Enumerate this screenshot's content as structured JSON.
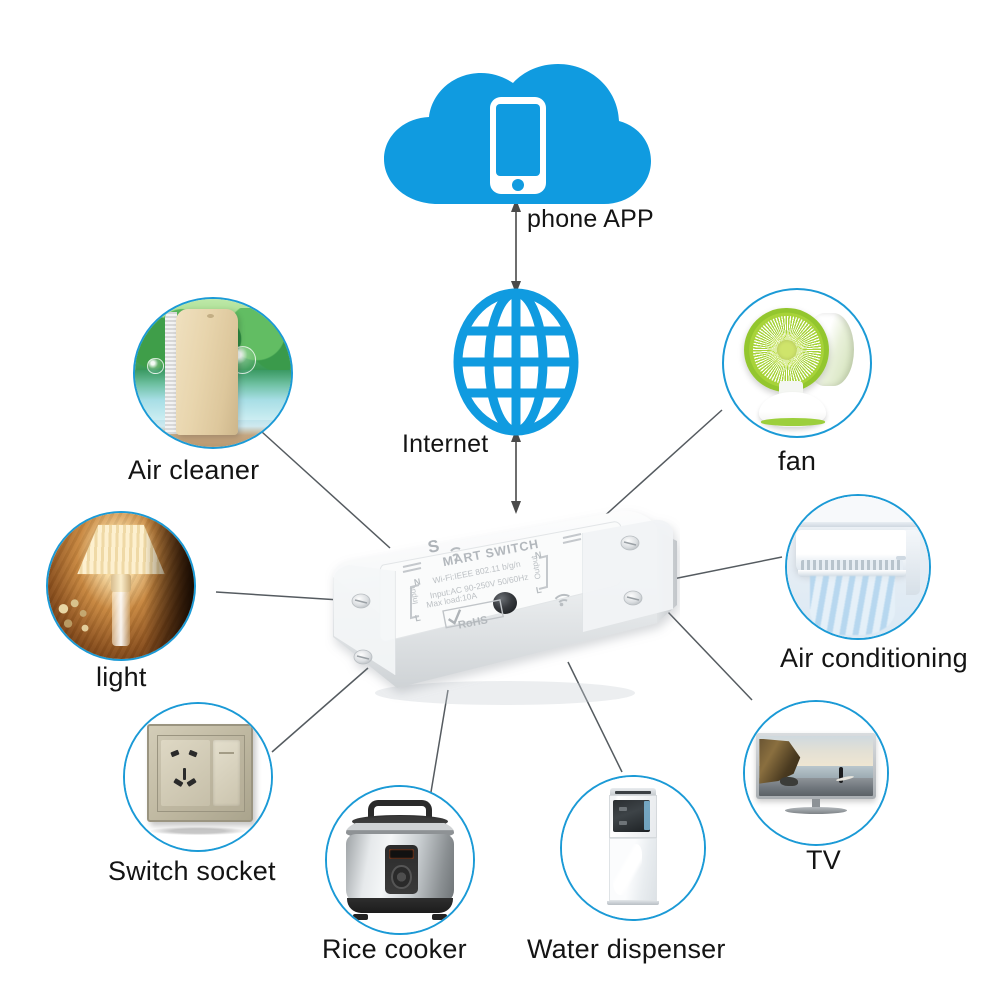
{
  "diagram": {
    "title_nodes": {
      "phone_app": "phone APP",
      "internet": "Internet"
    },
    "accent_blue": "#109BE0",
    "ring_blue": "#1B9AD6",
    "line_color": "#555B60"
  },
  "center_device": {
    "name": "smart-switch",
    "brand_text": "MART SWITCH",
    "brand_initial": "S",
    "spec_lines": [
      "Wi-Fi:IEEE 802.11 b/g/n",
      "Input:AC 90-250V 50/60Hz",
      "Max load:10A"
    ],
    "rohs_badge": "RoHS",
    "terminal_input_n": "N",
    "terminal_input_l": "L",
    "terminal_input_label": "Input",
    "terminal_output_n": "N",
    "terminal_output_l": "L",
    "terminal_output_label": "Output"
  },
  "appliances": [
    {
      "id": "air-cleaner",
      "label": "Air cleaner"
    },
    {
      "id": "fan",
      "label": "fan"
    },
    {
      "id": "light",
      "label": "light"
    },
    {
      "id": "air-conditioning",
      "label": "Air conditioning"
    },
    {
      "id": "switch-socket",
      "label": "Switch socket"
    },
    {
      "id": "tv",
      "label": "TV"
    },
    {
      "id": "rice-cooker",
      "label": "Rice cooker"
    },
    {
      "id": "water-dispenser",
      "label": "Water dispenser"
    }
  ]
}
